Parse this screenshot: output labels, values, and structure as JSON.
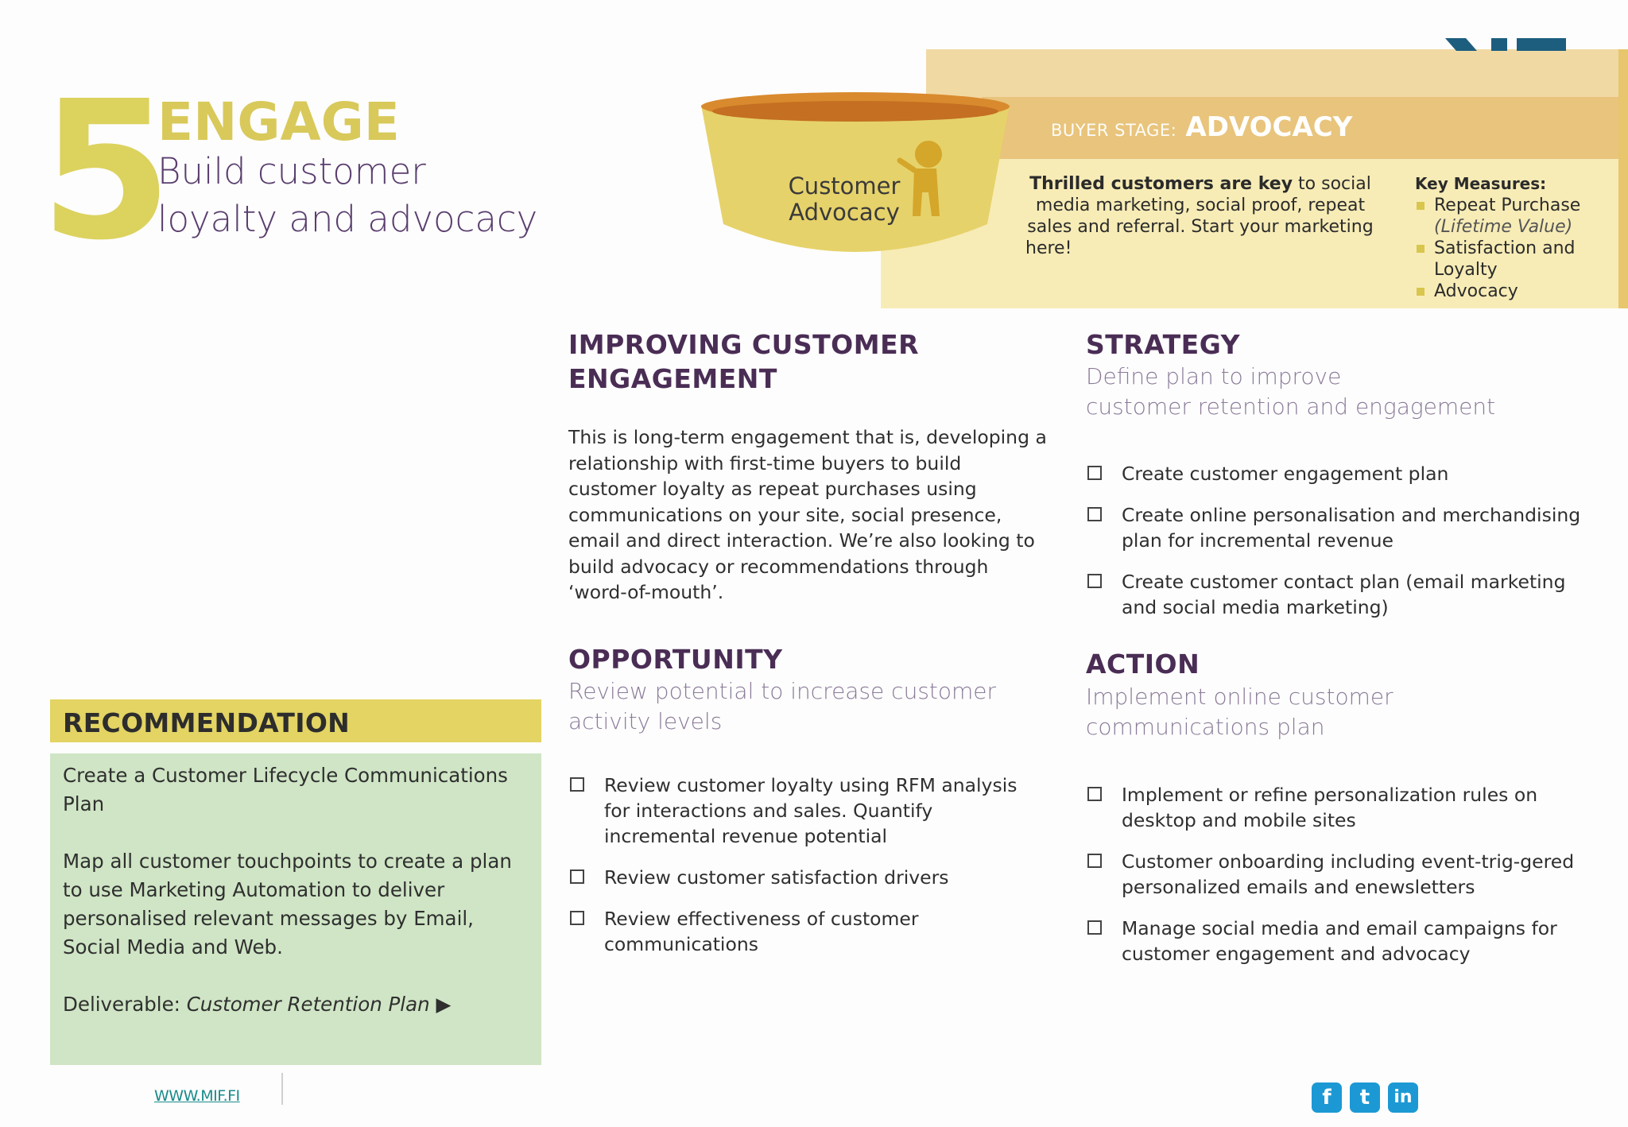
{
  "header": {
    "number": "5",
    "title": "ENGAGE",
    "subtitle_line1": "Build customer",
    "subtitle_line2": "loyalty and advocacy"
  },
  "buyer_stage": {
    "label": "BUYER STAGE:",
    "value": "ADVOCACY"
  },
  "funnel": {
    "line1": "Customer",
    "line2": "Advocacy"
  },
  "intro": {
    "bold": "Thrilled customers are key",
    "rest": " to social media marketing, social proof, repeat sales and referral. Start your marketing",
    "last": "here!"
  },
  "key_measures": {
    "title": "Key Measures:",
    "items": [
      {
        "label": "Repeat Purchase",
        "sub": "(Lifetime Value)"
      },
      {
        "label": "Satisfaction and Loyalty"
      },
      {
        "label": "Advocacy"
      }
    ]
  },
  "improving": {
    "title_line1": "IMPROVING CUSTOMER",
    "title_line2": "ENGAGEMENT",
    "body": "This is long-term engagement that is, developing a  relationship with first-time buyers to build customer loyalty as repeat purchases using communications on your site, social presence, email and direct interaction. We’re also looking to build advocacy or recommendations through ‘word-of-mouth’."
  },
  "opportunity": {
    "title": "OPPORTUNITY",
    "subtitle": "Review potential to increase customer activity levels",
    "items": [
      "Review customer loyalty using RFM analysis for interactions and sales. Quantify incremental revenue potential",
      "Review customer satisfaction drivers",
      "Review effectiveness of customer communications"
    ]
  },
  "strategy": {
    "title": "STRATEGY",
    "subtitle_line1": "Define plan to improve",
    "subtitle_line2": "customer retention and engagement",
    "items": [
      "Create customer engagement plan",
      "Create online personalisation and merchandising plan for incremental revenue",
      "Create customer contact plan (email marketing and social media marketing)"
    ]
  },
  "action": {
    "title": "ACTION",
    "subtitle_line1": "Implement online customer",
    "subtitle_line2": "communications plan",
    "items": [
      "Implement or refine personalization rules on desktop and mobile sites",
      "Customer onboarding including event-trig-gered personalized emails and enewsletters",
      "Manage social media and email campaigns for customer engagement and advocacy"
    ]
  },
  "recommendation": {
    "title": "RECOMMENDATION",
    "para1": "Create a Customer Lifecycle Communications Plan",
    "para2": "Map all customer touchpoints to create a plan to use Marketing Automation to deliver personalised relevant messages by Email, Social Media and Web.",
    "deliverable_label": "Deliverable: ",
    "deliverable_value": "Customer Retention Plan",
    "arrow": "▶"
  },
  "footer": {
    "website": "WWW.MIF.FI",
    "social": [
      {
        "icon": "facebook-icon",
        "glyph": "f"
      },
      {
        "icon": "twitter-icon",
        "glyph": "t"
      },
      {
        "icon": "linkedin-icon",
        "glyph": "in"
      }
    ]
  },
  "colors": {
    "accent_yellow": "#dcd25e",
    "heading_purple": "#4a2d55",
    "rec_green": "#cfe5c5",
    "social_blue": "#1c99d4"
  }
}
